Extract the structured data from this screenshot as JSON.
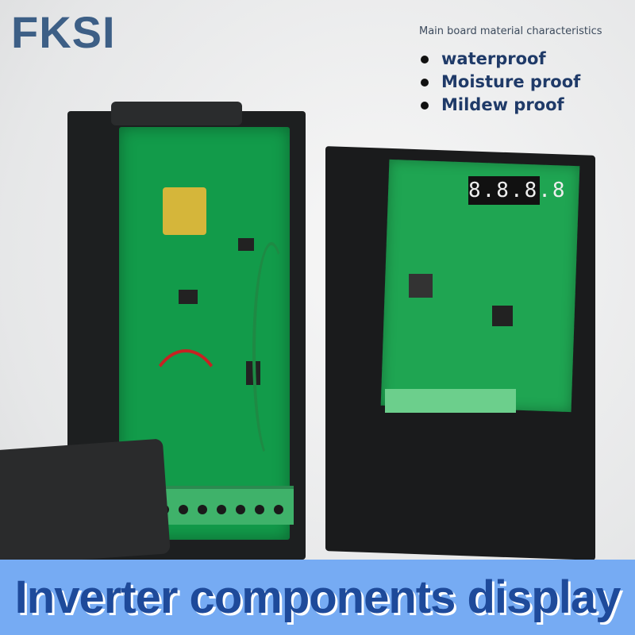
{
  "brand": {
    "logo": "FKSI",
    "color": "#3d5f86"
  },
  "features": {
    "title": "Main board material characteristics",
    "items": [
      "waterproof",
      "Moisture proof",
      "Mildew proof"
    ],
    "color": "#1f3a68"
  },
  "device": {
    "display_readout": "8.8.8.8"
  },
  "banner": {
    "text": "Inverter components display",
    "background": "#76abf3",
    "text_color": "#1e4a9a"
  }
}
